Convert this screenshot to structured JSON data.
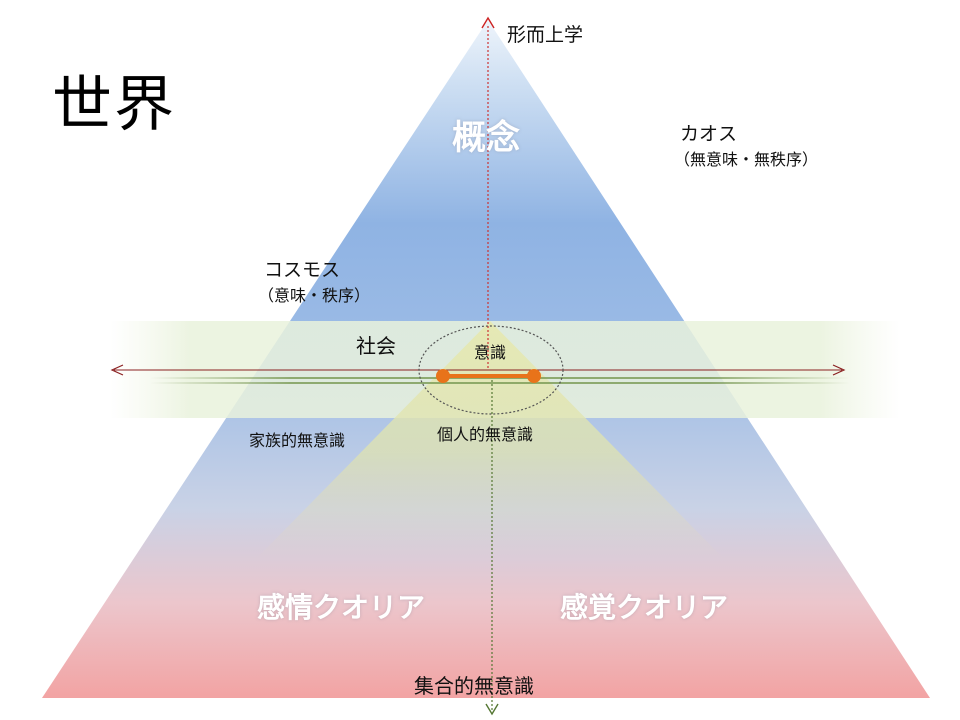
{
  "slide": {
    "title": "世界"
  },
  "labels": {
    "metaphysics": "形而上学",
    "concept": "概念",
    "chaos": "カオス",
    "chaos_sub": "（無意味・無秩序）",
    "cosmos": "コスモス",
    "cosmos_sub": "（意味・秩序）",
    "society": "社会",
    "consciousness": "意識",
    "family_unconscious": "家族的無意識",
    "personal_unconscious": "個人的無意識",
    "emotion_qualia": "感情クオリア",
    "sense_qualia": "感覚クオリア",
    "collective_unconscious": "集合的無意識"
  },
  "colors": {
    "pyramid_top": "#8fb3e3",
    "pyramid_mid": "#dfeaf6",
    "pyramid_bottom": "#f2a3a3",
    "inner_triangle": "#e6e9b2",
    "society_band": "#e9f2dc",
    "horizontal_axis": "#8a2020",
    "vertical_axis_top": "#cc2222",
    "vertical_axis_bottom": "#557733",
    "ego_marker": "#e8731a",
    "ellipse_stroke": "#666666"
  }
}
